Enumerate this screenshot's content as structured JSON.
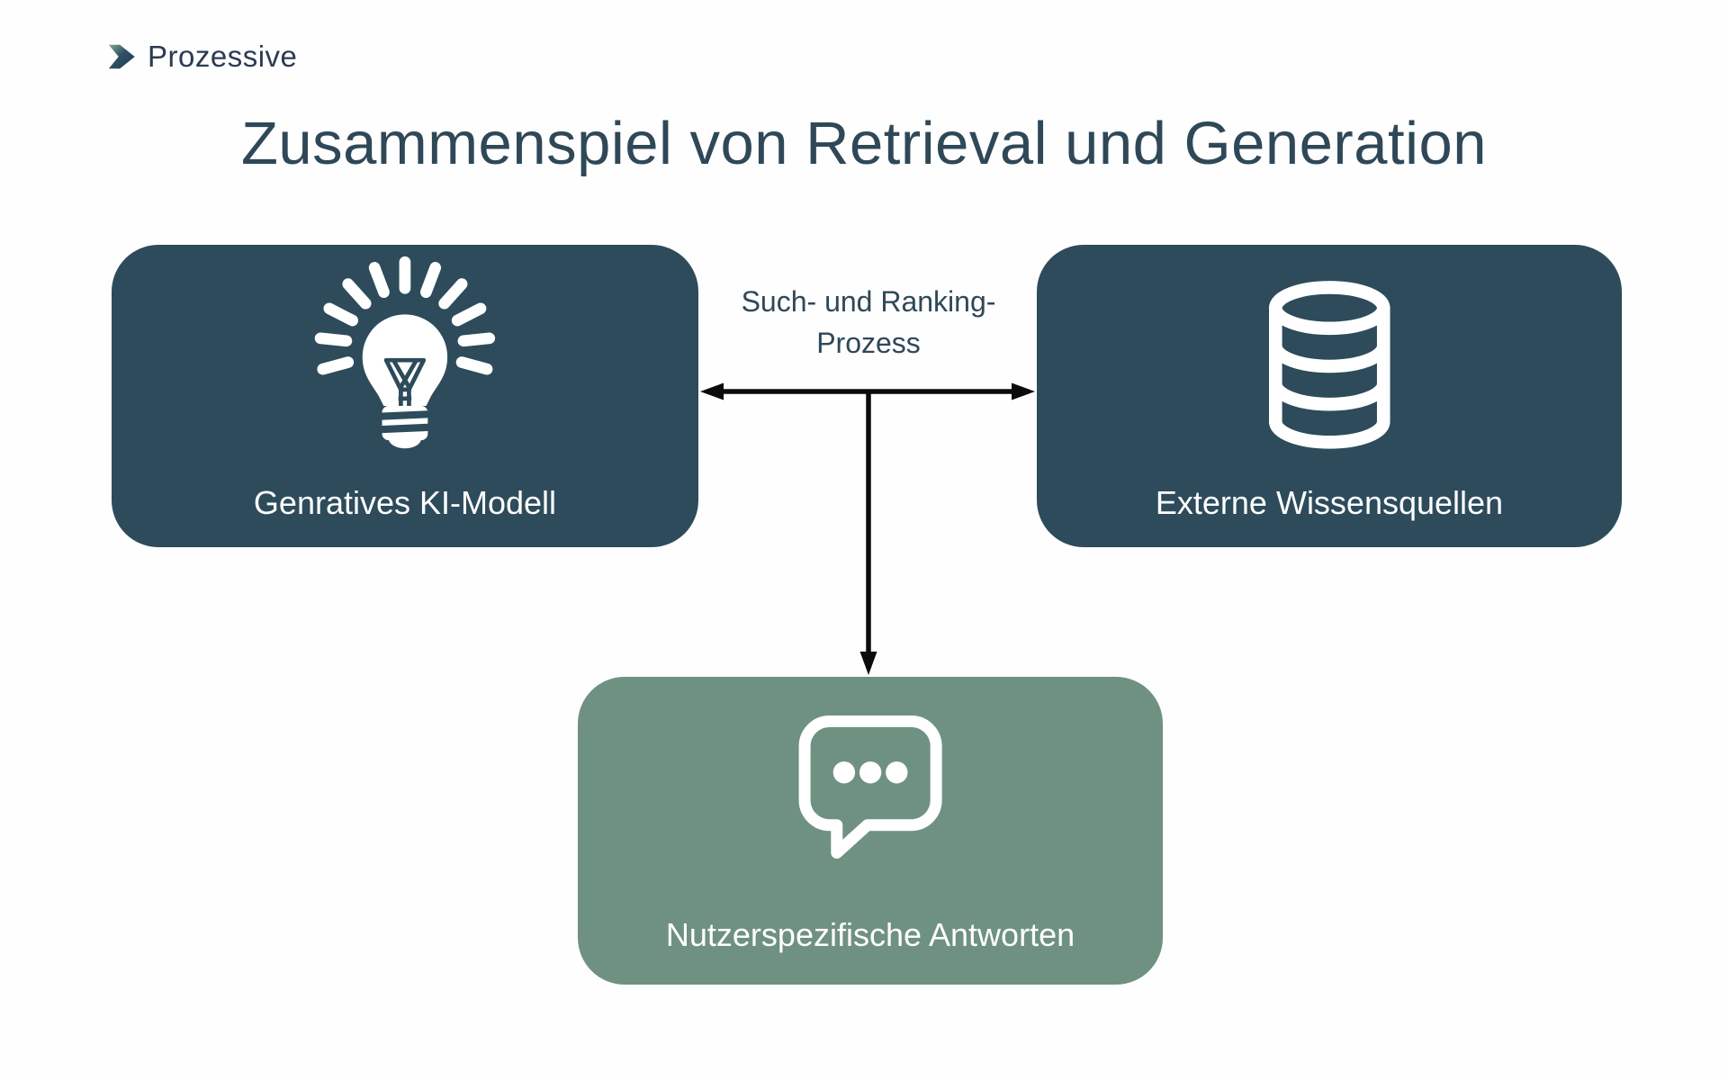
{
  "brand": {
    "name": "Prozessive"
  },
  "title": "Zusammenspiel von Retrieval und Generation",
  "diagram": {
    "nodes": [
      {
        "id": "generative-model",
        "label": "Genratives KI-Modell",
        "icon": "lightbulb-icon",
        "bg": "#2d4b5b",
        "text_color": "#ffffff"
      },
      {
        "id": "knowledge-sources",
        "label": "Externe Wissensquellen",
        "icon": "database-icon",
        "bg": "#2d4b5b",
        "text_color": "#ffffff"
      },
      {
        "id": "user-answers",
        "label": "Nutzerspezifische Antworten",
        "icon": "chat-bubble-icon",
        "bg": "#6f9181",
        "text_color": "#ffffff"
      }
    ],
    "connector_label": {
      "line1": "Such- und Ranking-",
      "line2": "Prozess"
    },
    "arrow_color": "#0b0b0b"
  },
  "colors": {
    "background": "#fefefe",
    "title_text": "#2f4858",
    "node_dark": "#2d4b5b",
    "node_green": "#6f9181",
    "node_label_text": "#ffffff",
    "logo_text": "#2b3b52",
    "logo_accent_green": "#83a98f",
    "logo_accent_navy": "#1e3a52"
  }
}
